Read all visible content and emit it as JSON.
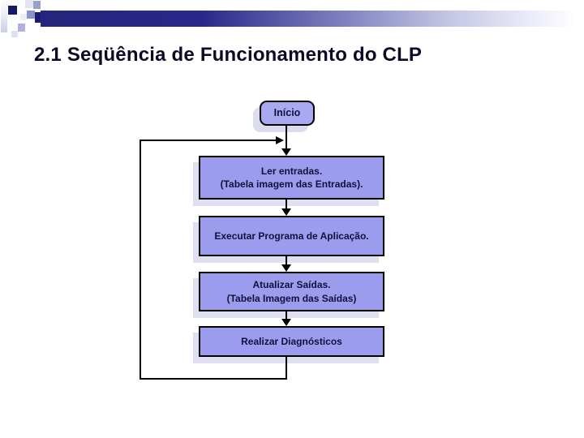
{
  "slide": {
    "title": "2.1 Seqüência de Funcionamento do CLP"
  },
  "flowchart": {
    "start": {
      "label": "Início"
    },
    "steps": [
      {
        "label": "Ler entradas.\n(Tabela imagem das Entradas)."
      },
      {
        "label": "Executar Programa de Aplicação."
      },
      {
        "label": "Atualizar Saídas.\n(Tabela Imagem das Saídas)"
      },
      {
        "label": "Realizar Diagnósticos"
      }
    ],
    "loop": {
      "description": "feedback loop from last step back to first step"
    }
  },
  "colors": {
    "background": "#ffffff",
    "title_text": "#0b0b28",
    "box_fill": "#9c9cee",
    "start_fill": "#a9a9f1",
    "box_border": "#000000",
    "box_shadow": "#dfdff2",
    "connector": "#000000",
    "header_bar_navy": "#26267e"
  }
}
